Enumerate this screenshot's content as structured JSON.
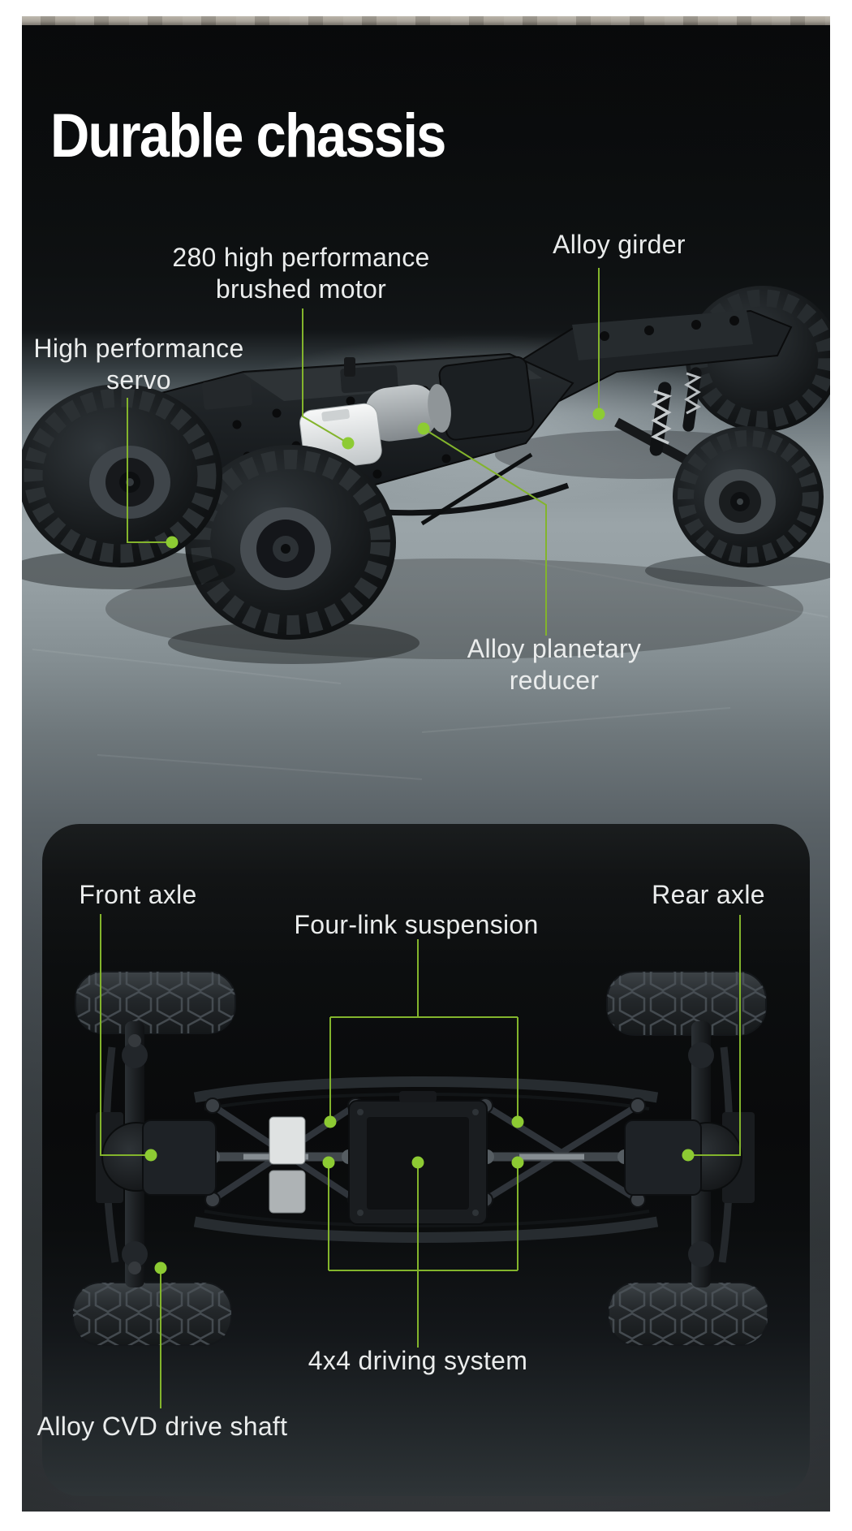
{
  "colors": {
    "accent_line": "#83b42c",
    "accent_dot": "#8dcb33",
    "title_text": "#ffffff",
    "label_text": "#eaecec",
    "card_background": "#0c0e0f",
    "page_margin": "#ffffff"
  },
  "top_section": {
    "title": "Durable chassis",
    "callouts": [
      {
        "name": "brushed-motor",
        "lines": [
          "280 high performance",
          "brushed motor"
        ]
      },
      {
        "name": "alloy-girder",
        "lines": [
          "Alloy girder"
        ]
      },
      {
        "name": "high-performance-servo",
        "lines": [
          "High performance",
          "servo"
        ]
      },
      {
        "name": "alloy-planetary-reducer",
        "lines": [
          "Alloy planetary",
          "reducer"
        ]
      }
    ]
  },
  "bottom_section": {
    "callouts": [
      {
        "name": "front-axle",
        "lines": [
          "Front axle"
        ]
      },
      {
        "name": "rear-axle",
        "lines": [
          "Rear axle"
        ]
      },
      {
        "name": "four-link-suspension",
        "lines": [
          "Four-link suspension"
        ]
      },
      {
        "name": "four-by-four-driving-system",
        "lines": [
          "4x4 driving system"
        ]
      },
      {
        "name": "alloy-cvd-drive-shaft",
        "lines": [
          "Alloy CVD drive shaft"
        ]
      }
    ]
  }
}
